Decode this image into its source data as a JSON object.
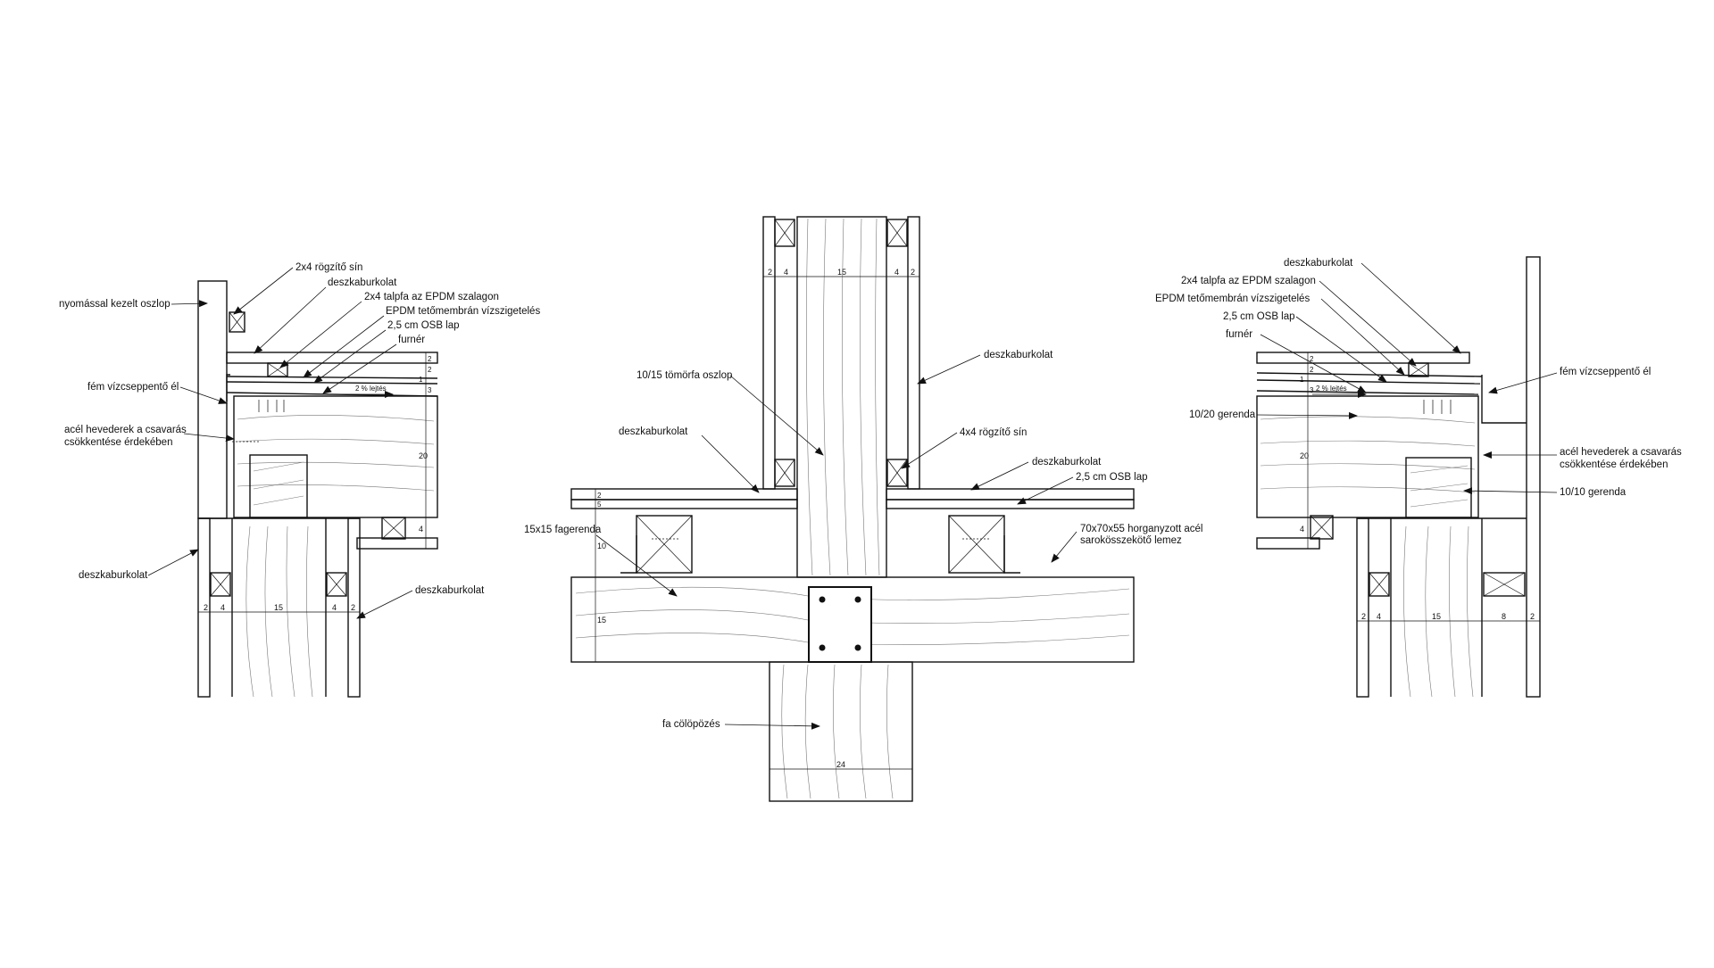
{
  "colors": {
    "ink": "#111111",
    "hatch": "#9a9a9a",
    "background": "#ffffff"
  },
  "left": {
    "labels": {
      "rail": "2x4 rögzítő sín",
      "cladding_top": "deszkaburkolat",
      "sole_plate": "2x4 talpfa az EPDM szalagon",
      "membrane": "EPDM tetőmembrán vízszigetelés",
      "osb": "2,5 cm OSB lap",
      "veneer": "furnér",
      "treated_post": "nyomással kezelt oszlop",
      "drip_edge": "fém vízcseppentő él",
      "straps_1": "acél hevederek a csavarás",
      "straps_2": "csökkentése érdekében",
      "cladding_left": "deszkaburkolat",
      "cladding_right": "deszkaburkolat",
      "slope": "2 % lejtés"
    },
    "dims": {
      "d2a": "2",
      "d4a": "4",
      "d15": "15",
      "d4b": "4",
      "d2b": "2",
      "v20": "20",
      "v4": "4",
      "v2a": "2",
      "v2b": "2",
      "v1": "1",
      "v3": "3"
    }
  },
  "center": {
    "labels": {
      "post": "10/15 tömörfa oszlop",
      "cladding_right": "deszkaburkolat",
      "rail": "4x4 rögzítő sín",
      "cladding_left": "deszkaburkolat",
      "cladding_deck": "deszkaburkolat",
      "osb": "2,5 cm OSB lap",
      "beam": "15x15 fagerenda",
      "bracket_1": "70x70x55 horganyzott acél",
      "bracket_2": "sarokösszekötő lemez",
      "pile": "fa cölöpözés"
    },
    "dims": {
      "d2a": "2",
      "d4a": "4",
      "d15": "15",
      "d4b": "4",
      "d2b": "2",
      "v2a": "2",
      "v5": "5",
      "v10": "10",
      "v15": "15",
      "d24": "24"
    }
  },
  "right": {
    "labels": {
      "cladding_top": "deszkaburkolat",
      "sole_plate": "2x4 talpfa az EPDM szalagon",
      "membrane": "EPDM tetőmembrán vízszigetelés",
      "osb": "2,5 cm OSB lap",
      "veneer": "furnér",
      "drip_edge": "fém vízcseppentő él",
      "beam_10_20": "10/20 gerenda",
      "straps_1": "acél hevederek a csavarás",
      "straps_2": "csökkentése érdekében",
      "beam_10_10": "10/10 gerenda",
      "slope": "2 % lejtés"
    },
    "dims": {
      "d2a": "2",
      "d4": "4",
      "d15": "15",
      "d8": "8",
      "d2b": "2",
      "v20": "20",
      "v4": "4",
      "v2a": "2",
      "v2b": "2",
      "v1": "1",
      "v3": "3"
    }
  }
}
